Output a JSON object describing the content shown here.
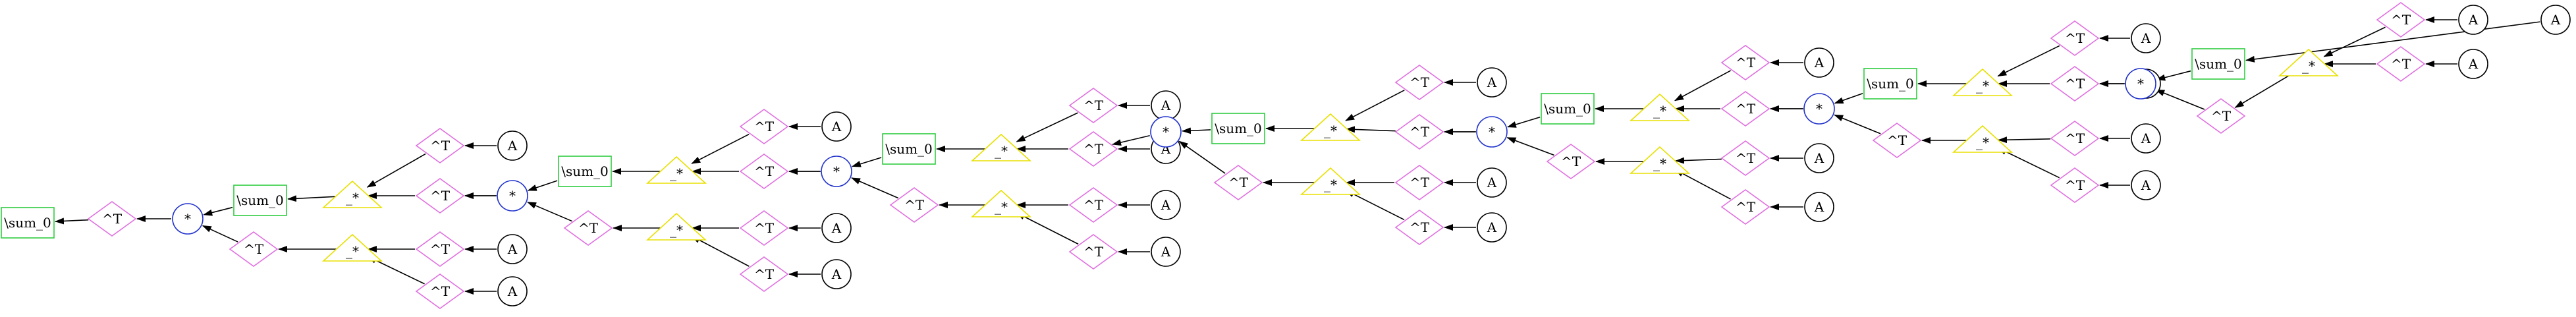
{
  "node_types": {
    "sum": {
      "label": "\\sum_0",
      "shape": "box",
      "stroke": "#2ecc40"
    },
    "star": {
      "label": "*",
      "shape": "ellipse",
      "stroke": "#2233cc"
    },
    "T": {
      "label": "^T",
      "shape": "diamond",
      "stroke": "#e070e0"
    },
    "dot": {
      "label": "_*",
      "shape": "triangle",
      "stroke": "#e8e000"
    },
    "A": {
      "label": "A",
      "shape": "circle",
      "stroke": "#000000"
    }
  },
  "nodes": [
    {
      "id": "s0",
      "type": "sum"
    },
    {
      "id": "t0",
      "type": "T"
    },
    {
      "id": "m1",
      "type": "star"
    },
    {
      "id": "s1",
      "type": "sum"
    },
    {
      "id": "t1",
      "type": "T"
    },
    {
      "id": "d1",
      "type": "dot"
    },
    {
      "id": "t1a",
      "type": "T"
    },
    {
      "id": "t1b",
      "type": "T"
    },
    {
      "id": "a1a",
      "type": "A"
    },
    {
      "id": "a1b",
      "type": "A"
    },
    {
      "id": "m2",
      "type": "star"
    },
    {
      "id": "t2",
      "type": "T"
    },
    {
      "id": "d2",
      "type": "dot"
    },
    {
      "id": "t2a",
      "type": "T"
    },
    {
      "id": "t2b",
      "type": "T"
    },
    {
      "id": "a2a",
      "type": "A"
    },
    {
      "id": "a2b",
      "type": "A"
    },
    {
      "id": "s2",
      "type": "sum"
    },
    {
      "id": "d3",
      "type": "dot"
    },
    {
      "id": "t3a",
      "type": "T"
    },
    {
      "id": "t3b",
      "type": "T"
    },
    {
      "id": "a3a",
      "type": "A"
    },
    {
      "id": "a3b",
      "type": "A"
    },
    {
      "id": "m3",
      "type": "star"
    },
    {
      "id": "t3",
      "type": "T"
    },
    {
      "id": "d4",
      "type": "dot"
    },
    {
      "id": "t4a",
      "type": "T"
    },
    {
      "id": "t4b",
      "type": "T"
    },
    {
      "id": "a4a",
      "type": "A"
    },
    {
      "id": "a4b",
      "type": "A"
    },
    {
      "id": "s3",
      "type": "sum"
    },
    {
      "id": "d5",
      "type": "dot"
    },
    {
      "id": "t5a",
      "type": "T"
    },
    {
      "id": "t5b",
      "type": "T"
    },
    {
      "id": "a5a",
      "type": "A"
    },
    {
      "id": "a5b",
      "type": "A"
    },
    {
      "id": "m4",
      "type": "star"
    },
    {
      "id": "t4",
      "type": "T"
    },
    {
      "id": "d6",
      "type": "dot"
    },
    {
      "id": "t6a",
      "type": "T"
    },
    {
      "id": "t6b",
      "type": "T"
    },
    {
      "id": "a6a",
      "type": "A"
    },
    {
      "id": "a6b",
      "type": "A"
    },
    {
      "id": "s4",
      "type": "sum"
    },
    {
      "id": "d7",
      "type": "dot"
    },
    {
      "id": "t7a",
      "type": "T"
    },
    {
      "id": "t7b",
      "type": "T"
    },
    {
      "id": "a7a",
      "type": "A"
    },
    {
      "id": "a7b",
      "type": "A"
    },
    {
      "id": "m5",
      "type": "star"
    },
    {
      "id": "t5",
      "type": "T"
    },
    {
      "id": "d8",
      "type": "dot"
    },
    {
      "id": "t8a",
      "type": "T"
    },
    {
      "id": "t8b",
      "type": "T"
    },
    {
      "id": "a8a",
      "type": "A"
    },
    {
      "id": "a8b",
      "type": "A"
    },
    {
      "id": "s5",
      "type": "sum"
    },
    {
      "id": "d9",
      "type": "dot"
    },
    {
      "id": "t9a",
      "type": "T"
    },
    {
      "id": "t9b",
      "type": "T"
    },
    {
      "id": "a9a",
      "type": "A"
    },
    {
      "id": "a9b",
      "type": "A"
    },
    {
      "id": "m6",
      "type": "star"
    },
    {
      "id": "t6",
      "type": "T"
    },
    {
      "id": "d10",
      "type": "dot"
    },
    {
      "id": "t10a",
      "type": "T"
    },
    {
      "id": "t10b",
      "type": "T"
    },
    {
      "id": "a10a",
      "type": "A"
    },
    {
      "id": "a10b",
      "type": "A"
    },
    {
      "id": "s6",
      "type": "sum"
    },
    {
      "id": "d11",
      "type": "dot"
    },
    {
      "id": "t11a",
      "type": "T"
    },
    {
      "id": "t11b",
      "type": "T"
    },
    {
      "id": "a11a",
      "type": "A"
    },
    {
      "id": "a11b",
      "type": "A"
    },
    {
      "id": "m7",
      "type": "star"
    },
    {
      "id": "t7",
      "type": "T"
    },
    {
      "id": "d12",
      "type": "dot"
    },
    {
      "id": "t12a",
      "type": "T"
    },
    {
      "id": "t12b",
      "type": "T"
    },
    {
      "id": "a12a",
      "type": "A"
    },
    {
      "id": "a12b",
      "type": "A"
    },
    {
      "id": "s7",
      "type": "sum"
    },
    {
      "id": "d13",
      "type": "dot"
    },
    {
      "id": "t13a",
      "type": "T"
    },
    {
      "id": "t13b",
      "type": "T"
    },
    {
      "id": "a13a",
      "type": "A"
    },
    {
      "id": "a13b",
      "type": "A"
    },
    {
      "id": "a14",
      "type": "A"
    }
  ],
  "edges": [
    [
      "t0",
      "s0"
    ],
    [
      "m1",
      "t0"
    ],
    [
      "s1",
      "m1"
    ],
    [
      "t1",
      "m1"
    ],
    [
      "d1",
      "s1"
    ],
    [
      "t1a",
      "d1"
    ],
    [
      "t1b",
      "d1"
    ],
    [
      "a1a",
      "t1a"
    ],
    [
      "a1b",
      "t1b"
    ],
    [
      "d2",
      "t1"
    ],
    [
      "t2a",
      "d2"
    ],
    [
      "t2b",
      "d2"
    ],
    [
      "a2a",
      "t2a"
    ],
    [
      "a2b",
      "t2b"
    ],
    [
      "m2",
      "t1a"
    ],
    [
      "s2",
      "m2"
    ],
    [
      "t2",
      "m2"
    ],
    [
      "d3",
      "s2"
    ],
    [
      "t3a",
      "d3"
    ],
    [
      "t3b",
      "d3"
    ],
    [
      "a3a",
      "t3a"
    ],
    [
      "a3b",
      "t3b"
    ],
    [
      "d4",
      "t2"
    ],
    [
      "t4a",
      "d4"
    ],
    [
      "t4b",
      "d4"
    ],
    [
      "a4a",
      "t4a"
    ],
    [
      "a4b",
      "t4b"
    ],
    [
      "m3",
      "t3b"
    ],
    [
      "s3",
      "m3"
    ],
    [
      "t3",
      "m3"
    ],
    [
      "d5",
      "s3"
    ],
    [
      "t5a",
      "d5"
    ],
    [
      "t5b",
      "d5"
    ],
    [
      "a5a",
      "t5a"
    ],
    [
      "a5b",
      "t5b"
    ],
    [
      "d6",
      "t3"
    ],
    [
      "t6a",
      "d6"
    ],
    [
      "t6b",
      "d6"
    ],
    [
      "a6a",
      "t6a"
    ],
    [
      "a6b",
      "t6b"
    ],
    [
      "m4",
      "t5b"
    ],
    [
      "s4",
      "m4"
    ],
    [
      "t4",
      "m4"
    ],
    [
      "d7",
      "s4"
    ],
    [
      "t7a",
      "d7"
    ],
    [
      "t7b",
      "d7"
    ],
    [
      "a7a",
      "t7a"
    ],
    [
      "a7b",
      "t7b"
    ],
    [
      "d8",
      "t4"
    ],
    [
      "t8a",
      "d8"
    ],
    [
      "t8b",
      "d8"
    ],
    [
      "a8a",
      "t8a"
    ],
    [
      "a8b",
      "t8b"
    ],
    [
      "m5",
      "t7b"
    ],
    [
      "s5",
      "m5"
    ],
    [
      "t5",
      "m5"
    ],
    [
      "d9",
      "s5"
    ],
    [
      "t9a",
      "d9"
    ],
    [
      "t9b",
      "d9"
    ],
    [
      "a9a",
      "t9a"
    ],
    [
      "a9b",
      "t9b"
    ],
    [
      "d10",
      "t5"
    ],
    [
      "t10a",
      "d10"
    ],
    [
      "t10b",
      "d10"
    ],
    [
      "a10a",
      "t10a"
    ],
    [
      "a10b",
      "t10b"
    ],
    [
      "m6",
      "t9b"
    ],
    [
      "s6",
      "m6"
    ],
    [
      "t6",
      "m6"
    ],
    [
      "d11",
      "s6"
    ],
    [
      "t11a",
      "d11"
    ],
    [
      "t11b",
      "d11"
    ],
    [
      "a11a",
      "t11a"
    ],
    [
      "a11b",
      "t11b"
    ],
    [
      "d12",
      "t6"
    ],
    [
      "t12a",
      "d12"
    ],
    [
      "t12b",
      "d12"
    ],
    [
      "a12a",
      "t12a"
    ],
    [
      "a12b",
      "t12b"
    ],
    [
      "m7",
      "t11b"
    ],
    [
      "s7",
      "m7"
    ],
    [
      "t7",
      "m7"
    ],
    [
      "d13",
      "t7"
    ],
    [
      "t13a",
      "d13"
    ],
    [
      "t13b",
      "d13"
    ],
    [
      "a13a",
      "t13a"
    ],
    [
      "a13b",
      "t13b"
    ],
    [
      "a14",
      "s7"
    ]
  ]
}
